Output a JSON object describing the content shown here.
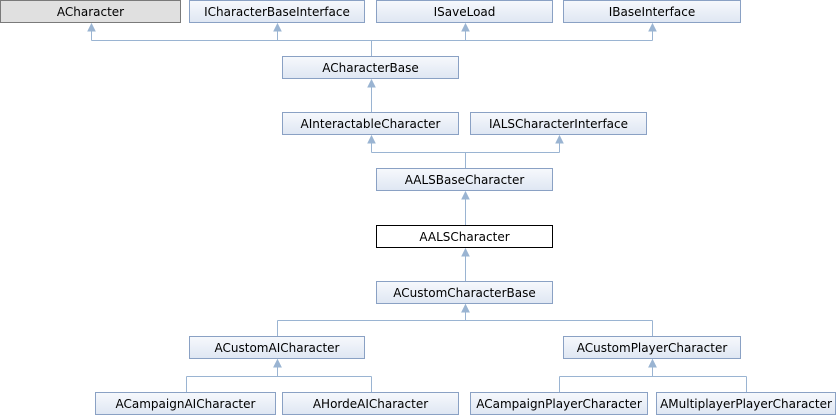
{
  "diagram": {
    "nodes": {
      "acharacter": "ACharacter",
      "icharacterbaseinterface": "ICharacterBaseInterface",
      "isaveload": "ISaveLoad",
      "ibaseinterface": "IBaseInterface",
      "acharacterbase": "ACharacterBase",
      "ainteractablecharacter": "AInteractableCharacter",
      "ialscharacterinterface": "IALSCharacterInterface",
      "aalsbasecharacter": "AALSBaseCharacter",
      "aalscharacter": "AALSCharacter",
      "acustomcharacterbase": "ACustomCharacterBase",
      "acustomaicharacter": "ACustomAICharacter",
      "acustomplayercharacter": "ACustomPlayerCharacter",
      "acampaignaicharacter": "ACampaignAICharacter",
      "ahordeaicharacter": "AHordeAICharacter",
      "acampaignplayercharacter": "ACampaignPlayerCharacter",
      "amultiplayerplayercharacter": "AMultiplayerPlayerCharacter"
    },
    "edges": [
      [
        "acharacterbase",
        "acharacter"
      ],
      [
        "acharacterbase",
        "icharacterbaseinterface"
      ],
      [
        "acharacterbase",
        "isaveload"
      ],
      [
        "acharacterbase",
        "ibaseinterface"
      ],
      [
        "ainteractablecharacter",
        "acharacterbase"
      ],
      [
        "aalsbasecharacter",
        "ainteractablecharacter"
      ],
      [
        "aalsbasecharacter",
        "ialscharacterinterface"
      ],
      [
        "aalscharacter",
        "aalsbasecharacter"
      ],
      [
        "acustomcharacterbase",
        "aalscharacter"
      ],
      [
        "acustomaicharacter",
        "acustomcharacterbase"
      ],
      [
        "acustomplayercharacter",
        "acustomcharacterbase"
      ],
      [
        "acampaignaicharacter",
        "acustomaicharacter"
      ],
      [
        "ahordeaicharacter",
        "acustomaicharacter"
      ],
      [
        "acampaignplayercharacter",
        "acustomplayercharacter"
      ],
      [
        "amultiplayerplayercharacter",
        "acustomplayercharacter"
      ]
    ]
  }
}
